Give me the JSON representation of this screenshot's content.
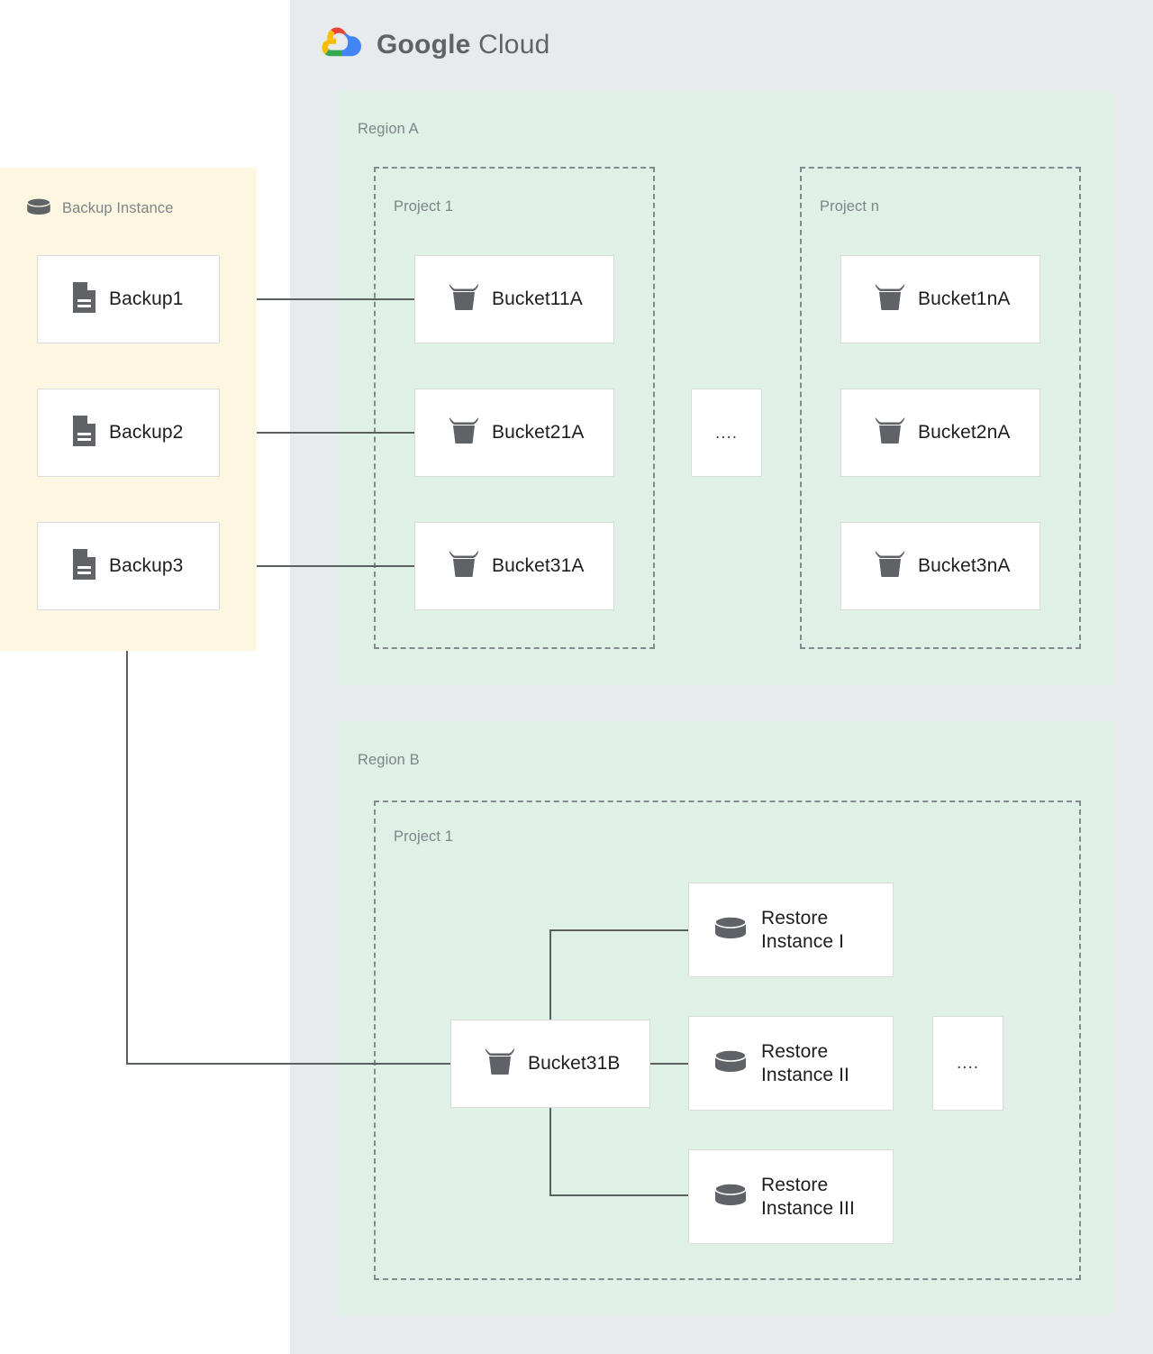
{
  "brand": {
    "logo_icon": "google-cloud-logo-icon",
    "name_primary": "Google",
    "name_secondary": "Cloud",
    "colors": {
      "red": "#EA4335",
      "blue": "#4285F4",
      "green": "#34A853",
      "yellow": "#FBBC05",
      "wordmark": "#5f6368"
    }
  },
  "canvas": {
    "background": "#ffffff",
    "cloud_panel_color": "#e8ebed",
    "region_color": "#dff0e6",
    "backup_panel_color": "#fdf6e0",
    "card_background": "#ffffff",
    "card_border": "#dcdcdc",
    "connector_color": "#5a605f",
    "project_border": "#818a8f",
    "label_color": "#7e8589",
    "card_text_color": "#1d1d1d"
  },
  "backup_panel": {
    "title": "Backup Instance",
    "icon": "database-cylinder-icon",
    "cards": [
      {
        "label": "Backup1",
        "icon": "document-icon"
      },
      {
        "label": "Backup2",
        "icon": "document-icon"
      },
      {
        "label": "Backup3",
        "icon": "document-icon"
      }
    ]
  },
  "regions": [
    {
      "label": "Region A",
      "projects": [
        {
          "label": "Project 1",
          "cards": [
            {
              "label": "Bucket11A",
              "icon": "storage-bucket-icon"
            },
            {
              "label": "Bucket21A",
              "icon": "storage-bucket-icon"
            },
            {
              "label": "Bucket31A",
              "icon": "storage-bucket-icon"
            }
          ]
        },
        {
          "label": "Project n",
          "cards": [
            {
              "label": "Bucket1nA",
              "icon": "storage-bucket-icon"
            },
            {
              "label": "Bucket2nA",
              "icon": "storage-bucket-icon"
            },
            {
              "label": "Bucket3nA",
              "icon": "storage-bucket-icon"
            }
          ]
        }
      ],
      "ellipsis": "...."
    },
    {
      "label": "Region B",
      "projects": [
        {
          "label": "Project 1",
          "cards": [
            {
              "label": "Bucket31B",
              "icon": "storage-bucket-icon"
            },
            {
              "label": "Restore\nInstance I",
              "icon": "database-cylinder-icon"
            },
            {
              "label": "Restore\nInstance II",
              "icon": "database-cylinder-icon"
            },
            {
              "label": "Restore\nInstance III",
              "icon": "database-cylinder-icon"
            }
          ]
        }
      ],
      "ellipsis": "...."
    }
  ],
  "connections": [
    {
      "from": "Backup1",
      "to": "Bucket11A"
    },
    {
      "from": "Backup2",
      "to": "Bucket21A"
    },
    {
      "from": "Backup3",
      "to": "Bucket31A"
    },
    {
      "from": "Backup3",
      "to": "Bucket31B"
    },
    {
      "from": "Bucket31B",
      "to": "Restore Instance I"
    },
    {
      "from": "Bucket31B",
      "to": "Restore Instance II"
    },
    {
      "from": "Bucket31B",
      "to": "Restore Instance III"
    }
  ]
}
